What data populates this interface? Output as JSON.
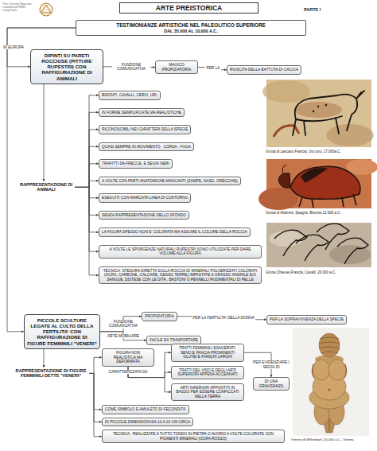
{
  "diagram": {
    "title": "ARTE PREISTORICA",
    "nodes": [
      {
        "text": [
          "TESTIMONIANZE ARTISTICHE NEL PALEOLITICO SUPERIORE",
          "DAL 35.000 AL 10.000 A.C."
        ]
      },
      {
        "text": [
          "DIPINTI SU PARETI ROCCIOSE (PITTURE RUPESTRI) CON RAFFIGURAZIONE DI ANIMALI"
        ]
      },
      {
        "text": [
          "MAGICO PROPIZIATORIA"
        ]
      },
      {
        "text": [
          "RIUSCITA DELLA BATTUTA DI CACCIA"
        ]
      },
      {
        "text": [
          "RAPPRESENTAZIONE DI ANIMALI"
        ]
      },
      {
        "text": [
          "BISONTI, CAVALLI, CERVI, URI,"
        ]
      },
      {
        "text": [
          "IN FORME SEMPLIFICATE MA REALISTICHE"
        ]
      },
      {
        "text": [
          "RICONOSCIBILI NEI CARATTERI DELLA SPECIE"
        ]
      },
      {
        "text": [
          "QUASI SEMPRE IN MOVIMENTO : CORSA - FUGA"
        ]
      },
      {
        "text": [
          "TRAFITTI DA FRECCE, E SEGNI NERI"
        ]
      },
      {
        "text": [
          "A VOLTE CON PARTI ANATOMICHE MANCANTI (ZAMPE, NASO, ORECCHIE)"
        ]
      },
      {
        "text": [
          "ESEGUITI CON MARCATA LINEA DI CONTORNO"
        ]
      },
      {
        "text": [
          "SENZA RAPPRESENTAZIONE DELLO SFONDO"
        ]
      },
      {
        "text": [
          "LA FIGURA SPESSO NON E' COLORATA MA ASSUME IL COLORE DELLA ROCCIA"
        ]
      },
      {
        "text": [
          "A VOLTE LE SPORGENZE NATURALI RUPESTRI SONO UTILIZZATE PER DARE VOLUME ALLA FIGURA"
        ]
      },
      {
        "text": [
          "TECNICA: STESURA DIRETTA SULLA ROCCIA DI MINERALI POLVERIZZATI COLORATI (OCRA, CARBONE, CALCARE, GESSO,TERRE) IMPASTATE A GRASSO ANIMALE E/O SANGUE, DISTESE CON LE DITA , BASTONI O PENNELLI RUDIMENTALI DI PELLE"
        ]
      },
      {
        "text": [
          "PICCOLE SCULTURE LEGATE AL CULTO DELLA FERTILITA' CON RAFFIGURAZIONE DI FIGURE FEMMINILI \"VENERI\""
        ]
      },
      {
        "text": [
          "PROPIZIATORIA"
        ]
      },
      {
        "text": [
          "PER LA SOPRAVVIVENZA DELLA SPECIE"
        ]
      },
      {
        "text": [
          "FACILE DA TRASPORTARE"
        ]
      },
      {
        "text": [
          "RAPPRESENTAZIONE DI FIGURE FEMMINILI DETTE \"VENERI\""
        ]
      },
      {
        "text": [
          "FIGURA NON REALISTICA MA DEFORMATA"
        ]
      },
      {
        "text": [
          "TRATTI FEMMINILI ESAGERATI: SENO E PANCIA PROMINENTI GLUTEI E FIANCHI LARGHI"
        ]
      },
      {
        "text": [
          "DI UNA GRAVIDANZA"
        ]
      },
      {
        "text": [
          "TRATTI DEL VISO E DEGLI ARTI SUPERIORI APPENA ACCENNATI"
        ]
      },
      {
        "text": [
          "ARTI INFERIORI APPUNTITI IN BASSO PER ESSERE CONFICCATI NELLA TERRA"
        ]
      },
      {
        "text": [
          "COME SIMBOLO E AMULETO DI FECONDITA'"
        ]
      },
      {
        "text": [
          "DI PICCOLE DIMENSIONI:DA 10 A 20 CM CIRCA"
        ]
      },
      {
        "text": [
          "TECNICA : REALIZZATE A TUTTO TONDO IN PIETRA O AVORIO A VOLTE COLORATE CON PIGMENTI MINERALI (OCRA ROSSO)"
        ]
      }
    ],
    "edges": [
      {
        "from": 0,
        "to": 1,
        "label": "IN EUROPA",
        "arrow": "to"
      },
      {
        "from": 0,
        "to": 16,
        "arrow": "to"
      },
      {
        "from": 1,
        "to": 2,
        "label": "FUNZIONE COMUNICATIVA",
        "arrow": "to"
      },
      {
        "from": 2,
        "to": 3,
        "label": "PER LA",
        "arrow": "to"
      },
      {
        "from": 1,
        "to": 4,
        "arrow": "to"
      },
      {
        "from": 4,
        "to": 5,
        "arrow": "to"
      },
      {
        "from": 4,
        "to": 6,
        "arrow": "to"
      },
      {
        "from": 4,
        "to": 7,
        "arrow": "to"
      },
      {
        "from": 4,
        "to": 8,
        "arrow": "to"
      },
      {
        "from": 4,
        "to": 9,
        "arrow": "to"
      },
      {
        "from": 4,
        "to": 10,
        "arrow": "to"
      },
      {
        "from": 4,
        "to": 11,
        "arrow": "to"
      },
      {
        "from": 4,
        "to": 12,
        "arrow": "to"
      },
      {
        "from": 4,
        "to": 13,
        "arrow": "to"
      },
      {
        "from": 4,
        "to": 14,
        "arrow": "to"
      },
      {
        "from": 4,
        "to": 15,
        "arrow": "to"
      },
      {
        "from": 16,
        "to": 17,
        "label": "FUNZIONE COMUNICATIVA",
        "arrow": "to"
      },
      {
        "from": 17,
        "to": 18,
        "label": "PER LA FERTILITA' DELLA DONNA",
        "arrow": "to"
      },
      {
        "from": 16,
        "to": 19,
        "label": "ARTE MOBILIARE",
        "arrow": "to"
      },
      {
        "from": 16,
        "to": 20,
        "arrow": "to"
      },
      {
        "from": 20,
        "to": 21,
        "arrow": "to"
      },
      {
        "from": 21,
        "to": 22,
        "label": "CARATTERIZZATA DA",
        "arrow": "to"
      },
      {
        "from": 21,
        "to": 24,
        "arrow": "to"
      },
      {
        "from": 21,
        "to": 25,
        "arrow": "to"
      },
      {
        "from": 22,
        "to": 23,
        "label": "PER EVIDENZIARE I SEGNI DI",
        "arrow": "to"
      },
      {
        "from": 20,
        "to": 26,
        "arrow": "to"
      },
      {
        "from": 20,
        "to": 27,
        "arrow": "to"
      },
      {
        "from": 20,
        "to": 28,
        "arrow": "to"
      }
    ],
    "labels": [
      "This Concept Map was created with IHMC CmapTools",
      "PARTE I",
      "Grotta di Lascaux,Francia, Uro,toro, 17.000a.C.",
      "Grotta di Altamira, Spagna, Bisonte,12.000 a.C.",
      "Grotta Chauvet,Francia, Cavalli, 20.000 a.C.",
      "Venere di Willendorf, 20.000 a.C., Vienna"
    ]
  }
}
